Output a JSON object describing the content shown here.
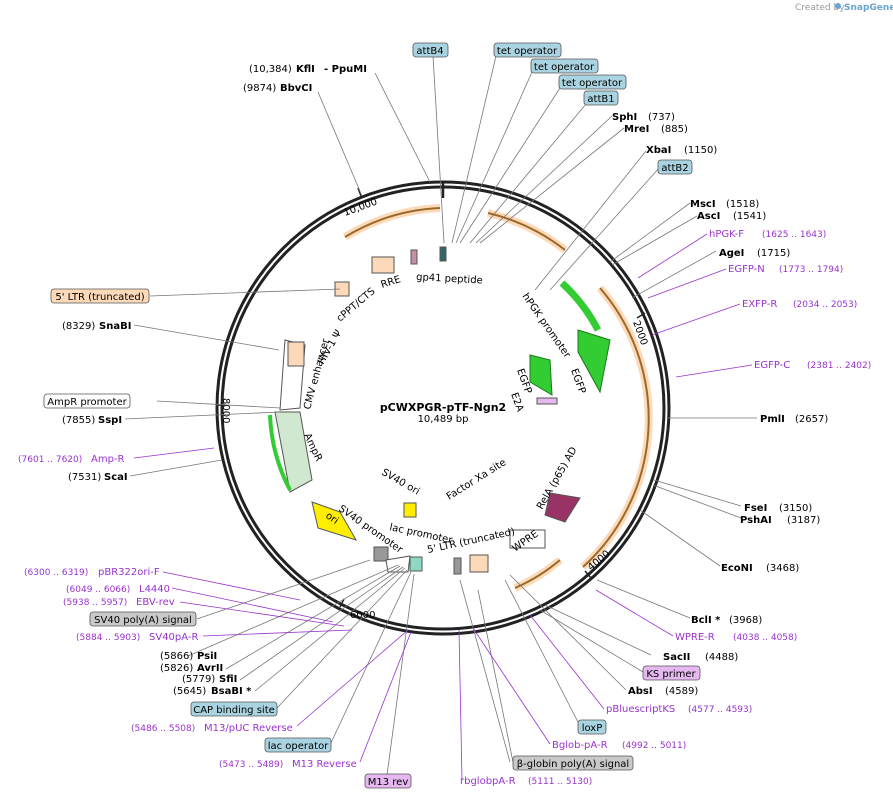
{
  "watermark": {
    "prefix": "Created by",
    "brand": "SnapGene"
  },
  "plasmid": {
    "name": "pCWXPGR-pTF-Ngn2",
    "size": "10,489 bp",
    "length": 10489
  },
  "ticks": [
    {
      "label": "2000",
      "pos": 2000
    },
    {
      "label": "4000",
      "pos": 4000
    },
    {
      "label": "6000",
      "pos": 6000
    },
    {
      "label": "8000",
      "pos": 8000
    },
    {
      "label": "10,000",
      "pos": 10000
    }
  ],
  "colors": {
    "enzyme": "#000000",
    "primer": "#9933cc",
    "feature_box": "#a9d3e0",
    "feature_box_orange": "#fcd9b8",
    "feature_box_gray": "#c9c9c9",
    "feature_box_purple": "#e6b8f0",
    "egfp": "#33cc33",
    "ori": "#ffee00",
    "rela": "#993366",
    "arc_orange": "#e8a24a"
  },
  "enzymes": [
    {
      "name": "KflI",
      "pos": "(10,384)"
    },
    {
      "name": "- PpuMI",
      "pos": ""
    },
    {
      "name": "BbvCI",
      "pos": "(9874)"
    },
    {
      "name": "SphI",
      "pos": "(737)"
    },
    {
      "name": "MreI",
      "pos": "(885)"
    },
    {
      "name": "XbaI",
      "pos": "(1150)"
    },
    {
      "name": "MscI",
      "pos": "(1518)"
    },
    {
      "name": "AscI",
      "pos": "(1541)"
    },
    {
      "name": "AgeI",
      "pos": "(1715)"
    },
    {
      "name": "PmlI",
      "pos": "(2657)"
    },
    {
      "name": "FseI",
      "pos": "(3150)"
    },
    {
      "name": "PshAI",
      "pos": "(3187)"
    },
    {
      "name": "EcoNI",
      "pos": "(3468)"
    },
    {
      "name": "BclI *",
      "pos": "(3968)"
    },
    {
      "name": "SacII",
      "pos": "(4488)"
    },
    {
      "name": "AbsI",
      "pos": "(4589)"
    },
    {
      "name": "SnaBI",
      "pos": "(8329)"
    },
    {
      "name": "SspI",
      "pos": "(7855)"
    },
    {
      "name": "ScaI",
      "pos": "(7531)"
    },
    {
      "name": "PsiI",
      "pos": "(5866)"
    },
    {
      "name": "AvrII",
      "pos": "(5826)"
    },
    {
      "name": "SfiI",
      "pos": "(5779)"
    },
    {
      "name": "BsaBI *",
      "pos": "(5645)"
    }
  ],
  "primers": [
    {
      "name": "hPGK-F",
      "pos": "(1625 .. 1643)"
    },
    {
      "name": "EGFP-N",
      "pos": "(1773 .. 1794)"
    },
    {
      "name": "EXFP-R",
      "pos": "(2034 .. 2053)"
    },
    {
      "name": "EGFP-C",
      "pos": "(2381 .. 2402)"
    },
    {
      "name": "WPRE-R",
      "pos": "(4038 .. 4058)"
    },
    {
      "name": "pBluescriptKS",
      "pos": "(4577 .. 4593)"
    },
    {
      "name": "Bglob-pA-R",
      "pos": "(4992 .. 5011)"
    },
    {
      "name": "rbglobpA-R",
      "pos": "(5111 .. 5130)"
    },
    {
      "name": "Amp-R",
      "pos": "(7601 .. 7620)"
    },
    {
      "name": "pBR322ori-F",
      "pos": "(6300 .. 6319)"
    },
    {
      "name": "L4440",
      "pos": "(6049 .. 6066)"
    },
    {
      "name": "EBV-rev",
      "pos": "(5938 .. 5957)"
    },
    {
      "name": "SV40pA-R",
      "pos": "(5884 .. 5903)"
    },
    {
      "name": "M13/pUC Reverse",
      "pos": "(5486 .. 5508)"
    },
    {
      "name": "M13 Reverse",
      "pos": "(5473 .. 5489)"
    }
  ],
  "boxed_labels": [
    {
      "name": "attB4"
    },
    {
      "name": "tet operator"
    },
    {
      "name": "tet operator"
    },
    {
      "name": "tet operator"
    },
    {
      "name": "attB1"
    },
    {
      "name": "attB2"
    },
    {
      "name": "5' LTR (truncated)"
    },
    {
      "name": "AmpR promoter"
    },
    {
      "name": "SV40 poly(A) signal"
    },
    {
      "name": "KS primer"
    },
    {
      "name": "loxP"
    },
    {
      "name": "CAP binding site"
    },
    {
      "name": "lac operator"
    },
    {
      "name": "β-globin poly(A) signal"
    },
    {
      "name": "M13 rev"
    }
  ],
  "inner_labels": [
    {
      "name": "gp41 peptide"
    },
    {
      "name": "RRE"
    },
    {
      "name": "cPPT/CTS"
    },
    {
      "name": "HIV-1 Ψ"
    },
    {
      "name": "CMV enhancer"
    },
    {
      "name": "AmpR"
    },
    {
      "name": "ori"
    },
    {
      "name": "SV40 promoter"
    },
    {
      "name": "SV40 ori"
    },
    {
      "name": "lac promoter"
    },
    {
      "name": "Factor Xa site"
    },
    {
      "name": "5' LTR (truncated)"
    },
    {
      "name": "WPRE"
    },
    {
      "name": "RelA (p65) AD"
    },
    {
      "name": "hPGK promoter"
    },
    {
      "name": "EGFP"
    },
    {
      "name": "EGFP"
    },
    {
      "name": "E2A"
    }
  ]
}
